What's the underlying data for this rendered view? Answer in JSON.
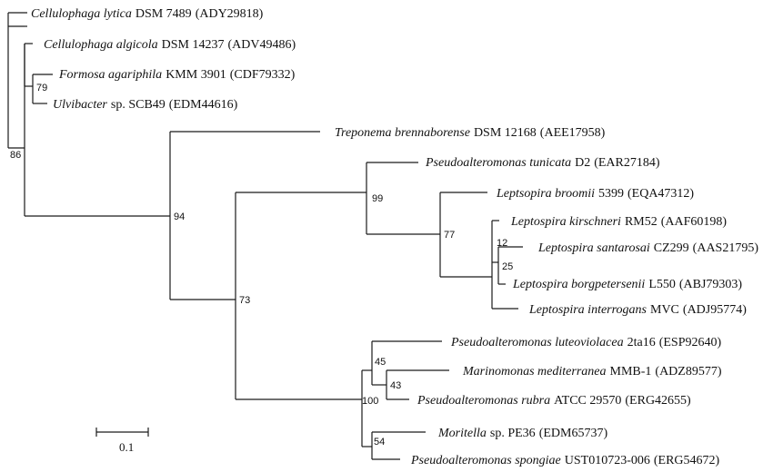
{
  "tree": {
    "taxa": [
      {
        "id": "t1",
        "genus_species": "Cellulophaga lytica",
        "strain": "DSM 7489",
        "accession": "(ADY29818)"
      },
      {
        "id": "t2",
        "genus_species": "Cellulophaga algicola",
        "strain": "DSM 14237",
        "accession": "(ADV49486)"
      },
      {
        "id": "t3",
        "genus_species": "Formosa agariphila",
        "strain": "KMM 3901",
        "accession": "(CDF79332)"
      },
      {
        "id": "t4",
        "genus_species": "Ulvibacter",
        "strain": "sp. SCB49",
        "accession": "(EDM44616)"
      },
      {
        "id": "t5",
        "genus_species": "Treponema brennaborense",
        "strain": "DSM 12168",
        "accession": "(AEE17958)"
      },
      {
        "id": "t6",
        "genus_species": "Pseudoalteromonas tunicata",
        "strain": "D2",
        "accession": "(EAR27184)"
      },
      {
        "id": "t7",
        "genus_species": "Leptsopira broomii",
        "strain": "5399",
        "accession": "(EQA47312)"
      },
      {
        "id": "t8",
        "genus_species": "Leptospira kirschneri",
        "strain": "RM52",
        "accession": "(AAF60198)"
      },
      {
        "id": "t9",
        "genus_species": "Leptospira santarosai",
        "strain": "CZ299",
        "accession": "(AAS21795)"
      },
      {
        "id": "t10",
        "genus_species": "Leptospira borgpetersenii",
        "strain": "L550",
        "accession": "(ABJ79303)"
      },
      {
        "id": "t11",
        "genus_species": "Leptospira interrogans",
        "strain": "MVC",
        "accession": "(ADJ95774)"
      },
      {
        "id": "t12",
        "genus_species": "Pseudoalteromonas  luteoviolacea",
        "strain": "2ta16",
        "accession": "(ESP92640)"
      },
      {
        "id": "t13",
        "genus_species": "Marinomonas mediterranea",
        "strain": "MMB-1",
        "accession": "(ADZ89577)"
      },
      {
        "id": "t14",
        "genus_species": "Pseudoalteromonas rubra",
        "strain": "ATCC 29570",
        "accession": "(ERG42655)"
      },
      {
        "id": "t15",
        "genus_species": "Moritella",
        "strain": "sp. PE36",
        "accession": "(EDM65737)"
      },
      {
        "id": "t16",
        "genus_species": "Pseudoalteromonas spongiae",
        "strain": "UST010723-006",
        "accession": "(ERG54672)"
      }
    ],
    "bootstrap_values": [
      "79",
      "86",
      "94",
      "73",
      "99",
      "77",
      "12",
      "25",
      "45",
      "43",
      "100",
      "54"
    ],
    "scale_bar_label": "0.1"
  }
}
